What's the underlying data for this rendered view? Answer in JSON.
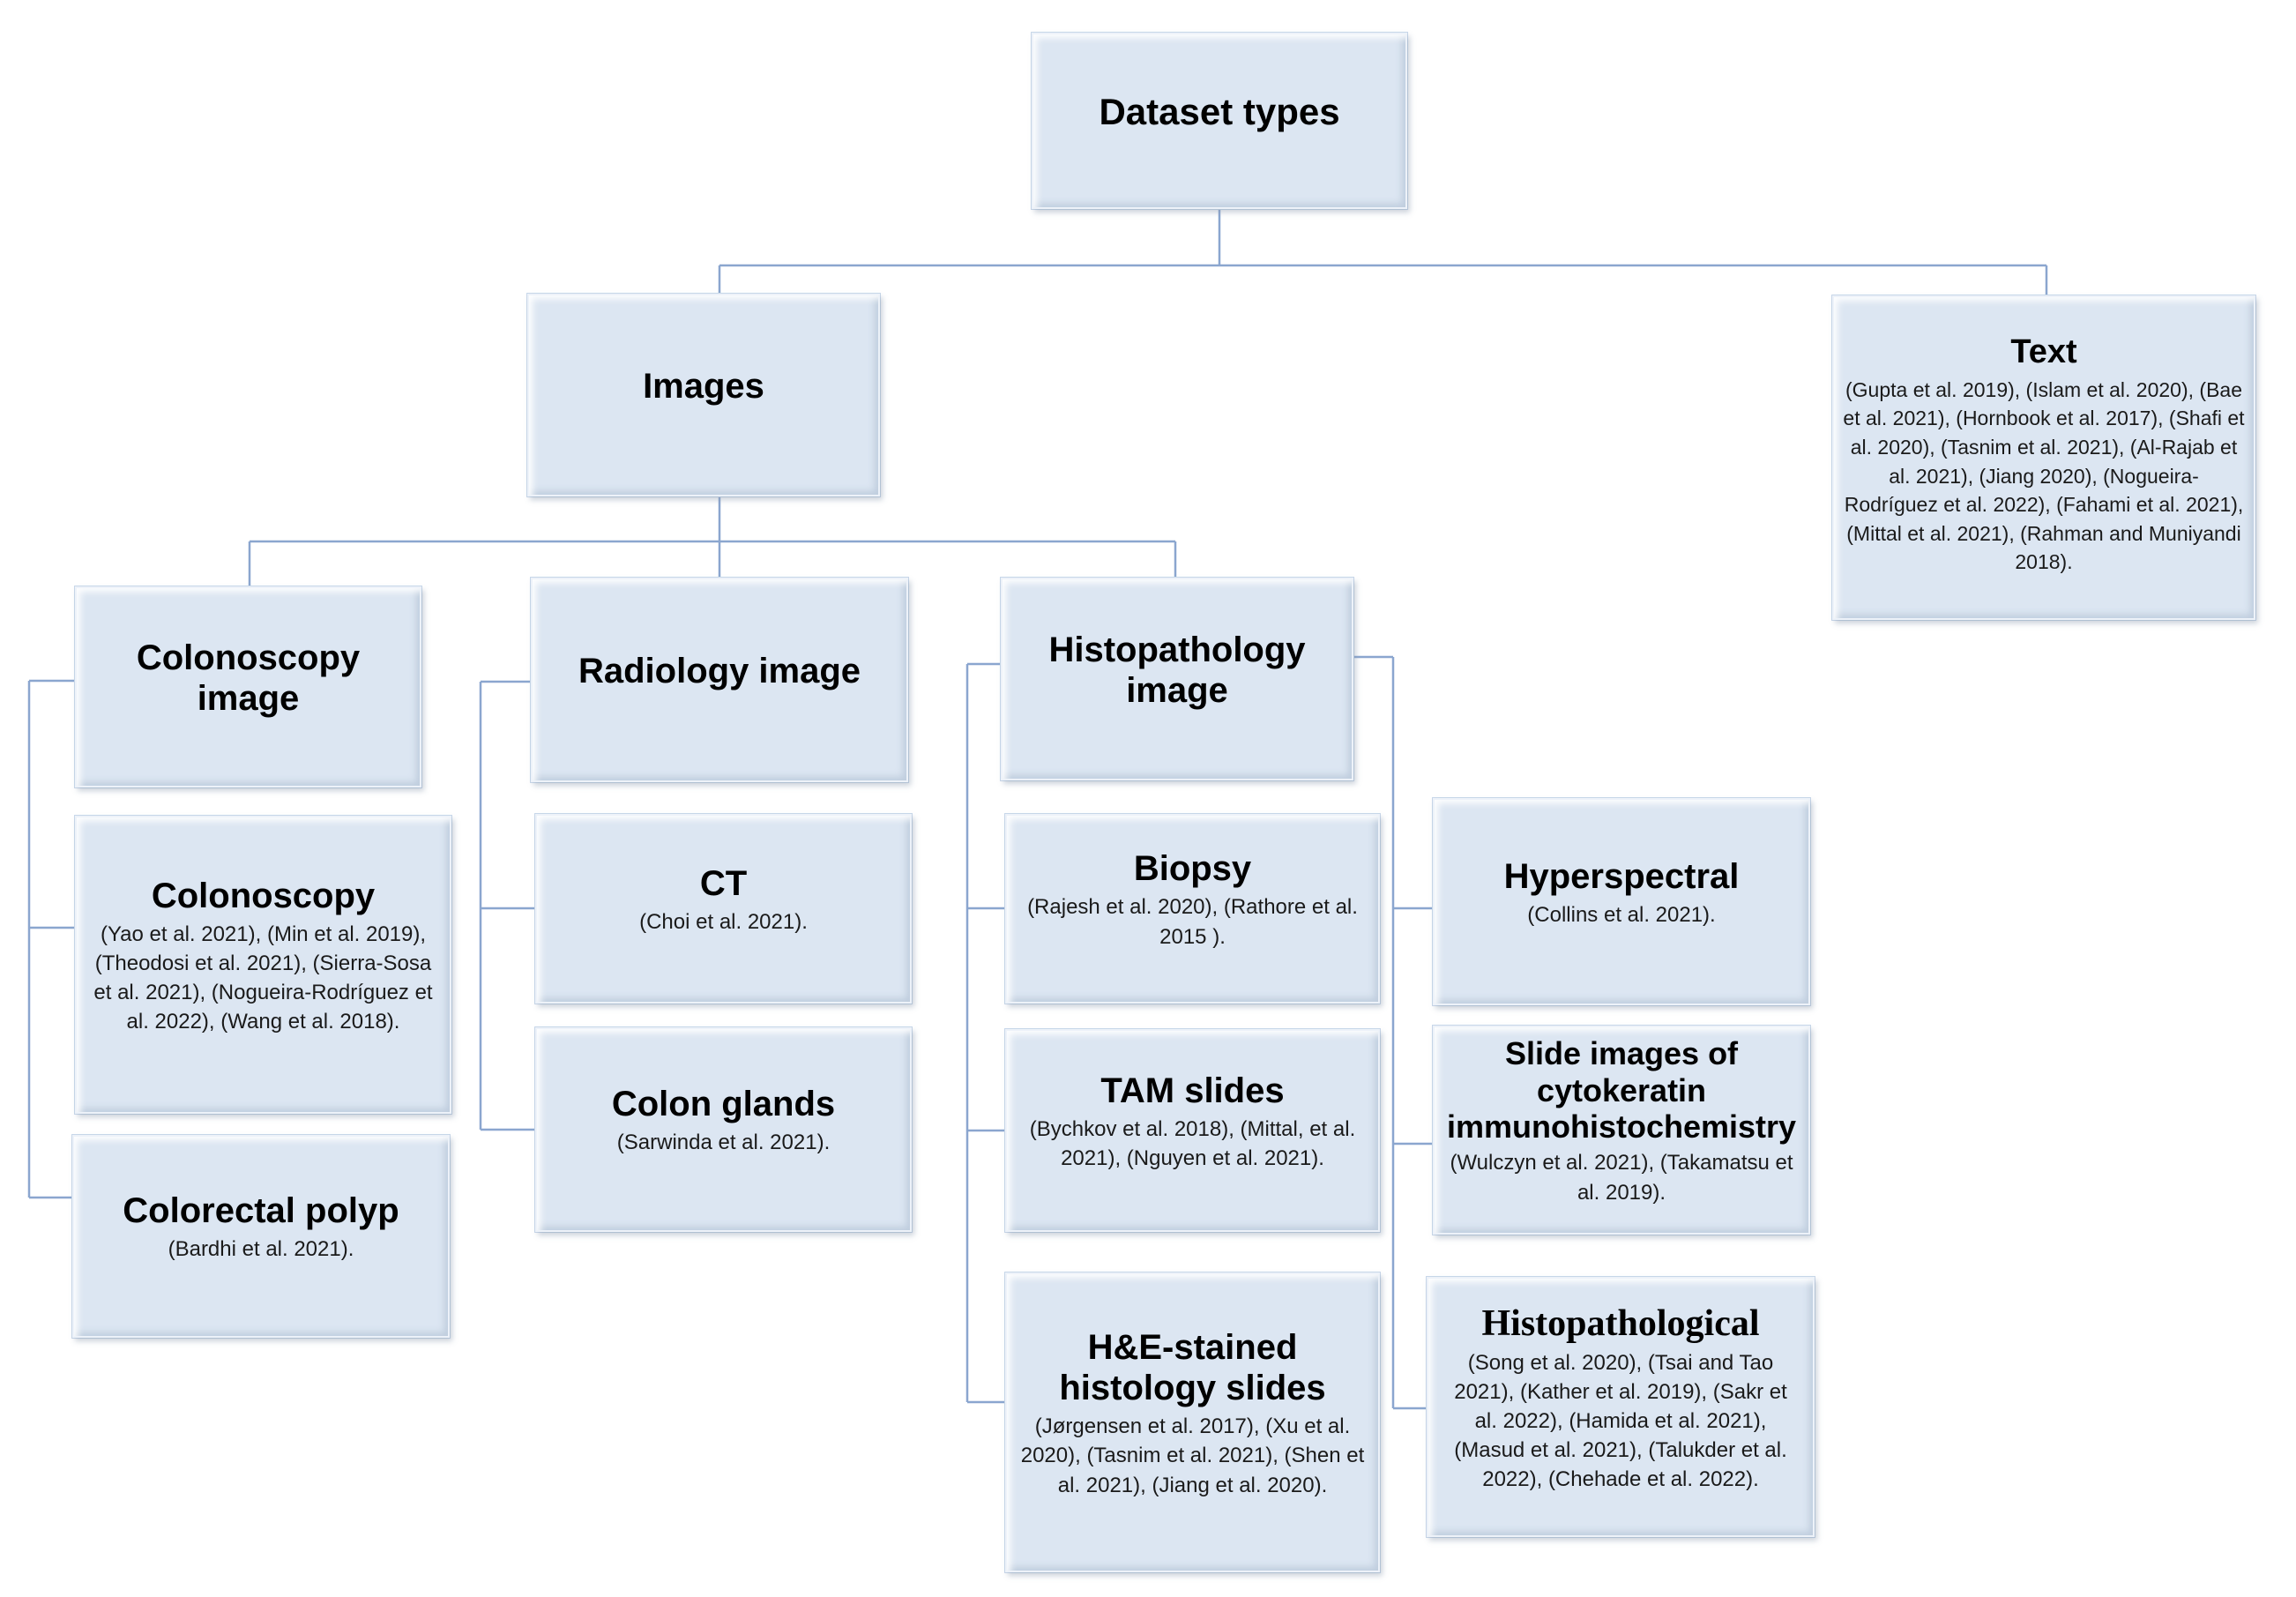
{
  "colors": {
    "box_fill": "#dce6f2",
    "box_edge": "#c9d8ea",
    "connector": "#8ba6cf",
    "title_text": "#000000",
    "citation_text": "#1a1a1a",
    "background": "#ffffff"
  },
  "nodes": {
    "dataset_types": {
      "title": "Dataset types"
    },
    "images": {
      "title": "Images"
    },
    "text": {
      "title": "Text",
      "citations": "(Gupta et al. 2019), (Islam et al. 2020), (Bae et al. 2021), (Hornbook et al. 2017), (Shafi et al. 2020), (Tasnim et al. 2021), (Al-Rajab et al. 2021),  (Jiang 2020), (Nogueira-Rodríguez et al. 2022), (Fahami et al. 2021), (Mittal et al. 2021), (Rahman and Muniyandi 2018)."
    },
    "colonoscopy_image": {
      "title": "Colonoscopy image"
    },
    "radiology_image": {
      "title": "Radiology image"
    },
    "histopathology_image": {
      "title": "Histopathology image"
    },
    "colonoscopy": {
      "title": "Colonoscopy",
      "citations": "(Yao et al. 2021), (Min et al. 2019), (Theodosi et al. 2021), (Sierra-Sosa et al. 2021), (Nogueira-Rodríguez et al. 2022), (Wang et al. 2018)."
    },
    "colorectal_polyp": {
      "title": "Colorectal polyp",
      "citations": "(Bardhi et al. 2021)."
    },
    "ct": {
      "title": "CT",
      "citations": "(Choi et al. 2021)."
    },
    "colon_glands": {
      "title": "Colon glands",
      "citations": "(Sarwinda et al. 2021)."
    },
    "biopsy": {
      "title": "Biopsy",
      "citations": "(Rajesh et al. 2020), (Rathore et al. 2015 )."
    },
    "tam_slides": {
      "title": "TAM slides",
      "citations": "(Bychkov et al. 2018), (Mittal, et al. 2021), (Nguyen et al. 2021)."
    },
    "he_stained_histology_slides": {
      "title": "H&E-stained histology slides",
      "citations": "(Jørgensen et al. 2017), (Xu et al. 2020), (Tasnim et al. 2021), (Shen et al. 2021), (Jiang et al. 2020)."
    },
    "hyperspectral": {
      "title": "Hyperspectral",
      "citations": "(Collins et al. 2021)."
    },
    "slide_images_cytokeratin": {
      "title": "Slide images of cytokeratin immunohistochemistry",
      "citations": "(Wulczyn et al. 2021), (Takamatsu et al. 2019)."
    },
    "histopathological": {
      "title": "Histopathological",
      "citations": "(Song et al. 2020), (Tsai and Tao 2021), (Kather et al. 2019), (Sakr et al. 2022), (Hamida et al. 2021), (Masud et al. 2021), (Talukder et al. 2022), (Chehade et al. 2022)."
    }
  }
}
